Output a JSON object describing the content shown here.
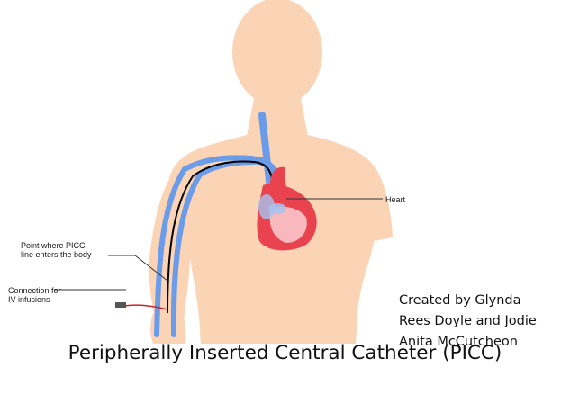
{
  "labels": {
    "heart": "Heart",
    "entry_point": "Point where PICC\nline enters the body",
    "connection": "Connection for\nIV infusions"
  },
  "credit": "Created by Glynda\nRees Doyle and Jodie\nAnita McCutcheon",
  "caption": "Peripherally Inserted Central Catheter (PICC)",
  "colors": {
    "skin": "#fbd3b5",
    "vein": "#6a9cea",
    "catheter": "#000000",
    "heart": "#e8434f",
    "heart_light": "#f7b9bd",
    "tubing": "#c1282d"
  }
}
